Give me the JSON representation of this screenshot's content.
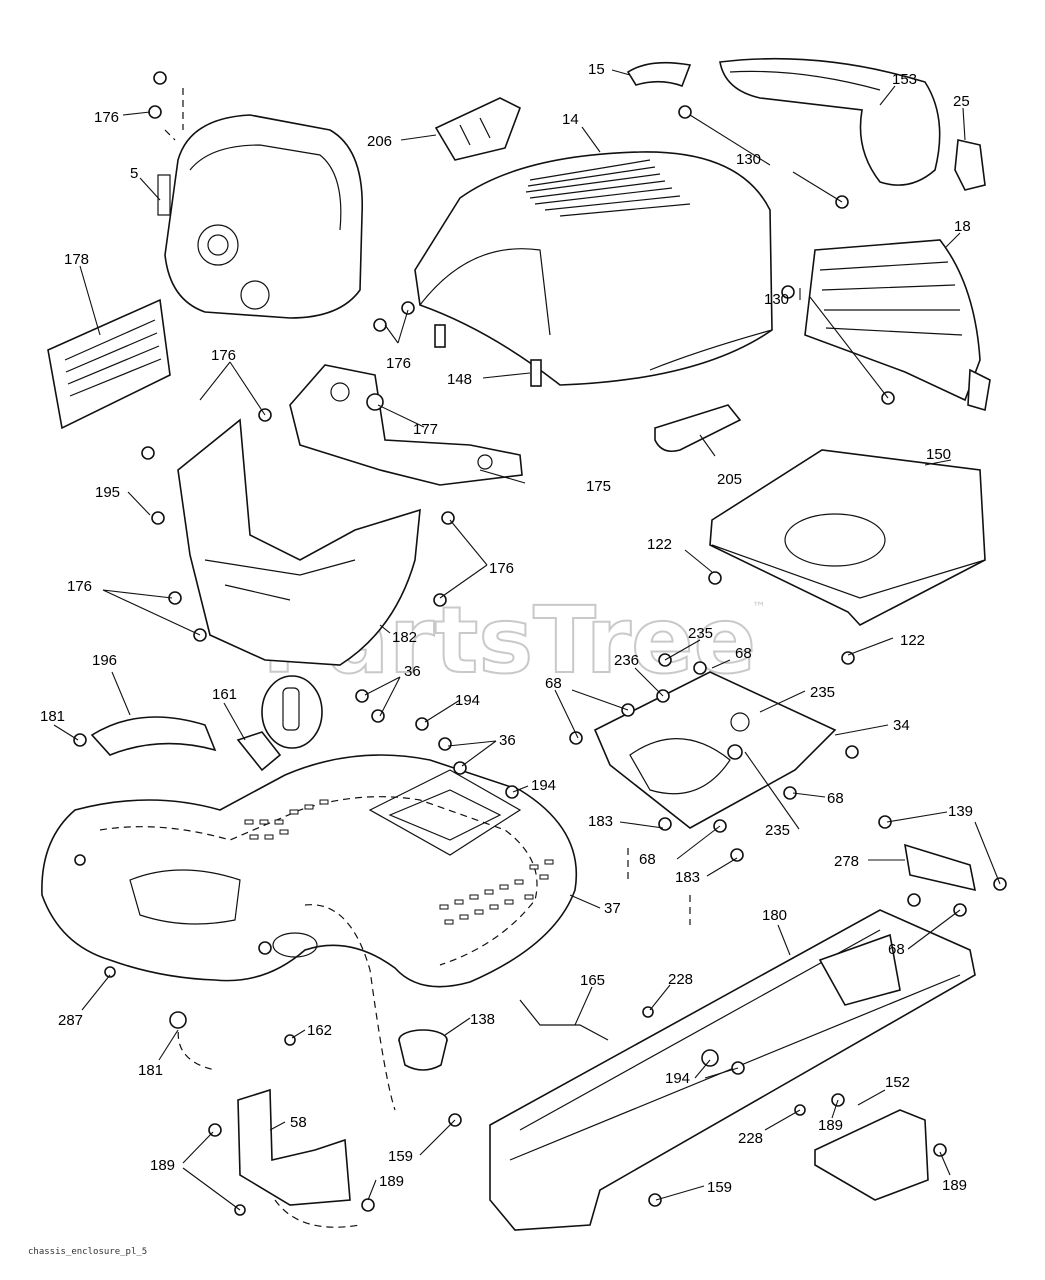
{
  "watermark": {
    "text": "PartsTree",
    "trademark": "™"
  },
  "footer_code": "chassis_enclosure_pl_5",
  "callouts": [
    {
      "id": "c1",
      "text": "176"
    },
    {
      "id": "c2",
      "text": "5"
    },
    {
      "id": "c3",
      "text": "206"
    },
    {
      "id": "c4",
      "text": "14"
    },
    {
      "id": "c5",
      "text": "15"
    },
    {
      "id": "c6",
      "text": "153"
    },
    {
      "id": "c7",
      "text": "25"
    },
    {
      "id": "c8",
      "text": "130"
    },
    {
      "id": "c9",
      "text": "178"
    },
    {
      "id": "c10",
      "text": "176"
    },
    {
      "id": "c11",
      "text": "148"
    },
    {
      "id": "c12",
      "text": "18"
    },
    {
      "id": "c13",
      "text": "176"
    },
    {
      "id": "c14",
      "text": "177"
    },
    {
      "id": "c15",
      "text": "130"
    },
    {
      "id": "c16",
      "text": "205"
    },
    {
      "id": "c17",
      "text": "175"
    },
    {
      "id": "c18",
      "text": "150"
    },
    {
      "id": "c19",
      "text": "195"
    },
    {
      "id": "c20",
      "text": "122"
    },
    {
      "id": "c21",
      "text": "176"
    },
    {
      "id": "c22",
      "text": "176"
    },
    {
      "id": "c23",
      "text": "182"
    },
    {
      "id": "c24",
      "text": "122"
    },
    {
      "id": "c25",
      "text": "235"
    },
    {
      "id": "c26",
      "text": "236"
    },
    {
      "id": "c27",
      "text": "68"
    },
    {
      "id": "c28",
      "text": "196"
    },
    {
      "id": "c29",
      "text": "36"
    },
    {
      "id": "c30",
      "text": "68"
    },
    {
      "id": "c31",
      "text": "235"
    },
    {
      "id": "c32",
      "text": "161"
    },
    {
      "id": "c33",
      "text": "194"
    },
    {
      "id": "c34",
      "text": "181"
    },
    {
      "id": "c35",
      "text": "34"
    },
    {
      "id": "c36",
      "text": "36"
    },
    {
      "id": "c37",
      "text": "194"
    },
    {
      "id": "c38",
      "text": "68"
    },
    {
      "id": "c39",
      "text": "183"
    },
    {
      "id": "c40",
      "text": "235"
    },
    {
      "id": "c41",
      "text": "139"
    },
    {
      "id": "c42",
      "text": "68"
    },
    {
      "id": "c43",
      "text": "278"
    },
    {
      "id": "c44",
      "text": "183"
    },
    {
      "id": "c45",
      "text": "37"
    },
    {
      "id": "c46",
      "text": "180"
    },
    {
      "id": "c47",
      "text": "68"
    },
    {
      "id": "c48",
      "text": "165"
    },
    {
      "id": "c49",
      "text": "228"
    },
    {
      "id": "c50",
      "text": "287"
    },
    {
      "id": "c51",
      "text": "138"
    },
    {
      "id": "c52",
      "text": "162"
    },
    {
      "id": "c53",
      "text": "181"
    },
    {
      "id": "c54",
      "text": "194"
    },
    {
      "id": "c55",
      "text": "152"
    },
    {
      "id": "c56",
      "text": "58"
    },
    {
      "id": "c57",
      "text": "228"
    },
    {
      "id": "c58",
      "text": "189"
    },
    {
      "id": "c59",
      "text": "159"
    },
    {
      "id": "c60",
      "text": "189"
    },
    {
      "id": "c61",
      "text": "189"
    },
    {
      "id": "c62",
      "text": "159"
    },
    {
      "id": "c63",
      "text": "189"
    }
  ]
}
